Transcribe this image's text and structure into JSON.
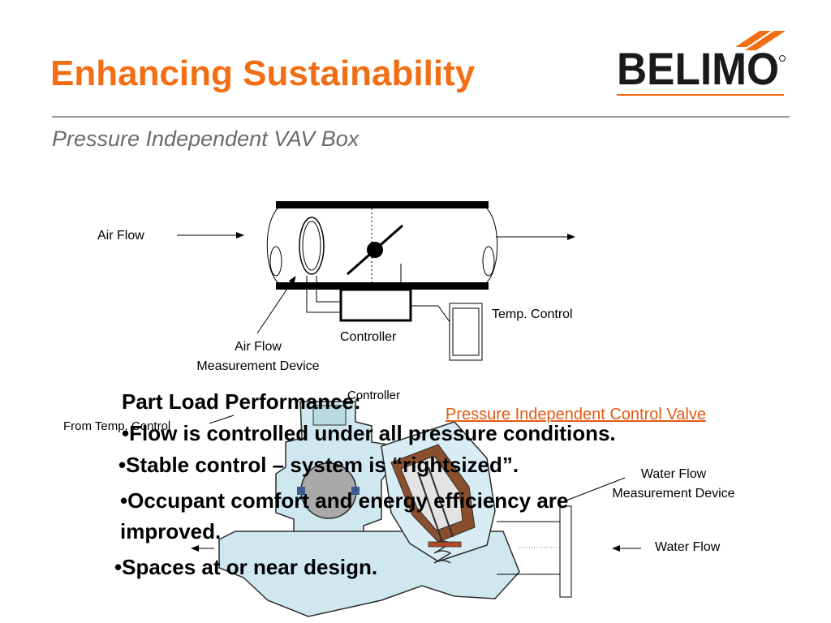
{
  "header": {
    "title": "Enhancing Sustainability",
    "subtitle": "Pressure Independent VAV Box",
    "logo_text": "BELIMO",
    "brand_color": "#f26e14"
  },
  "vav_diagram": {
    "air_flow_label": "Air Flow",
    "temp_control_label": "Temp. Control",
    "controller_label": "Controller",
    "measurement_label_line1": "Air Flow",
    "measurement_label_line2": "Measurement Device"
  },
  "valve_diagram": {
    "controller_label": "Controller",
    "from_temp_control_label": "From Temp. Control",
    "link_label": "Pressure Independent Control Valve",
    "water_measurement_line1": "Water Flow",
    "water_measurement_line2": "Measurement Device",
    "water_flow_label": "Water Flow"
  },
  "content": {
    "heading": "Part Load Performance:",
    "bullets": [
      "•Flow is controlled under all pressure conditions.",
      "•Stable control – system is “rightsized”.",
      "•Occupant comfort and energy efficiency are",
      "improved.",
      "•Spaces at or near design."
    ]
  }
}
